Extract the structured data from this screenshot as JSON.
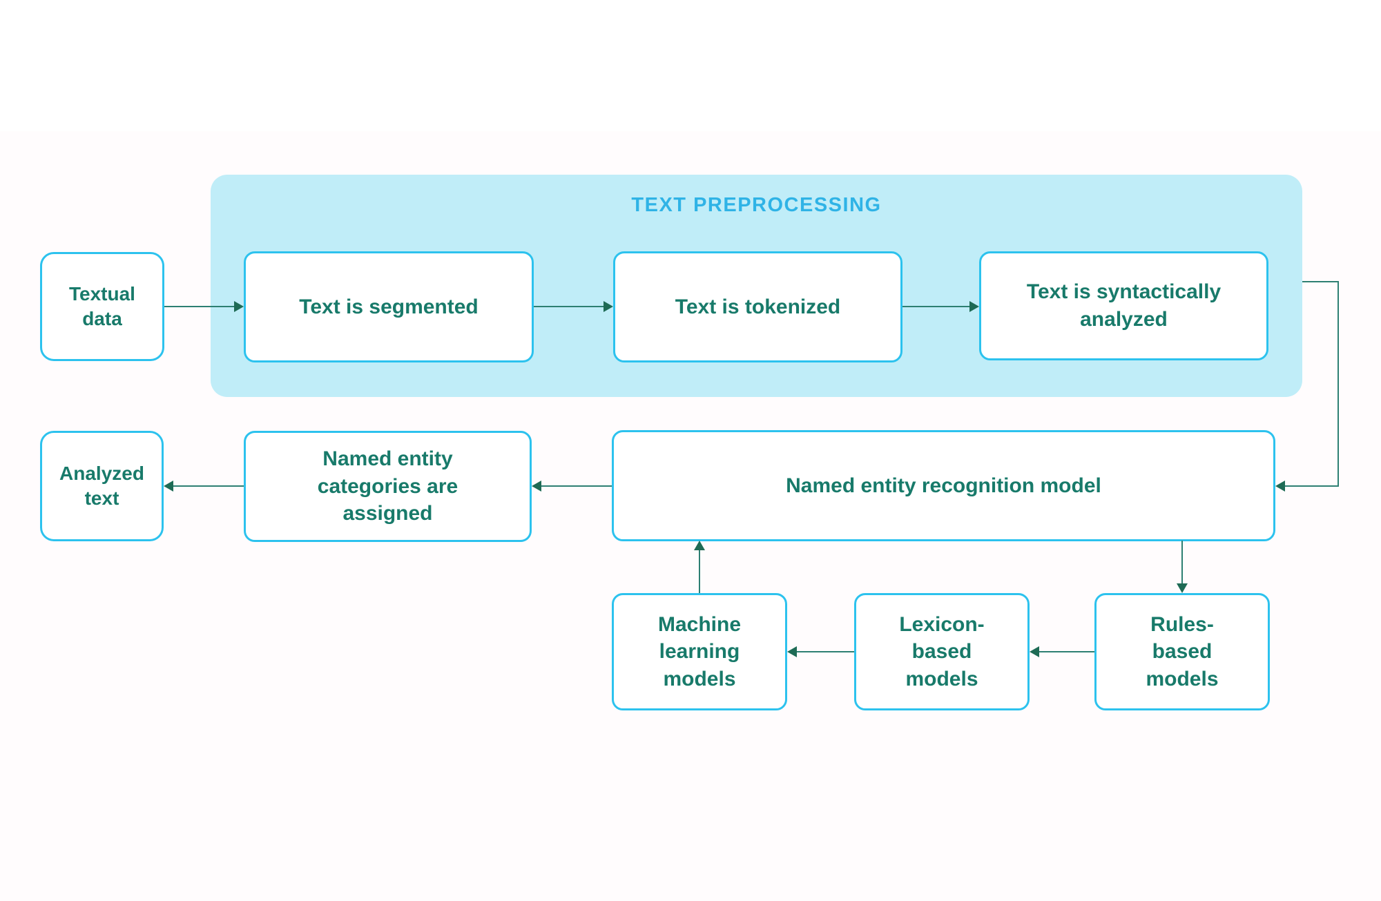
{
  "diagram": {
    "group_title": "TEXT PREPROCESSING",
    "nodes": {
      "textual_data": {
        "label": "Textual\ndata"
      },
      "segmented": {
        "label": "Text is segmented"
      },
      "tokenized": {
        "label": "Text is tokenized"
      },
      "syntactic": {
        "label": "Text is syntactically\nanalyzed"
      },
      "ner_model": {
        "label": "Named entity recognition model"
      },
      "categories": {
        "label": "Named entity\ncategories are\nassigned"
      },
      "analyzed_text": {
        "label": "Analyzed\ntext"
      },
      "ml_models": {
        "label": "Machine\nlearning\nmodels"
      },
      "lexicon_models": {
        "label": "Lexicon-\nbased\nmodels"
      },
      "rules_models": {
        "label": "Rules-\nbased\nmodels"
      }
    },
    "edges": [
      {
        "from": "textual_data",
        "to": "segmented"
      },
      {
        "from": "segmented",
        "to": "tokenized"
      },
      {
        "from": "tokenized",
        "to": "syntactic"
      },
      {
        "from": "text_preprocessing_group",
        "to": "ner_model"
      },
      {
        "from": "ner_model",
        "to": "categories"
      },
      {
        "from": "categories",
        "to": "analyzed_text"
      },
      {
        "from": "ner_model",
        "to": "rules_models"
      },
      {
        "from": "rules_models",
        "to": "lexicon_models"
      },
      {
        "from": "lexicon_models",
        "to": "ml_models"
      },
      {
        "from": "ml_models",
        "to": "ner_model"
      }
    ],
    "colors": {
      "page_background": "#ffffff",
      "page_lower_background": "#fffcfd",
      "group_fill": "#c0edf8",
      "group_title": "#2fb3e6",
      "node_border": "#2cc2ee",
      "node_fill": "#ffffff",
      "node_text": "#187a6a",
      "edge_line": "#2d7f72",
      "edge_head": "#1e6b55"
    }
  }
}
